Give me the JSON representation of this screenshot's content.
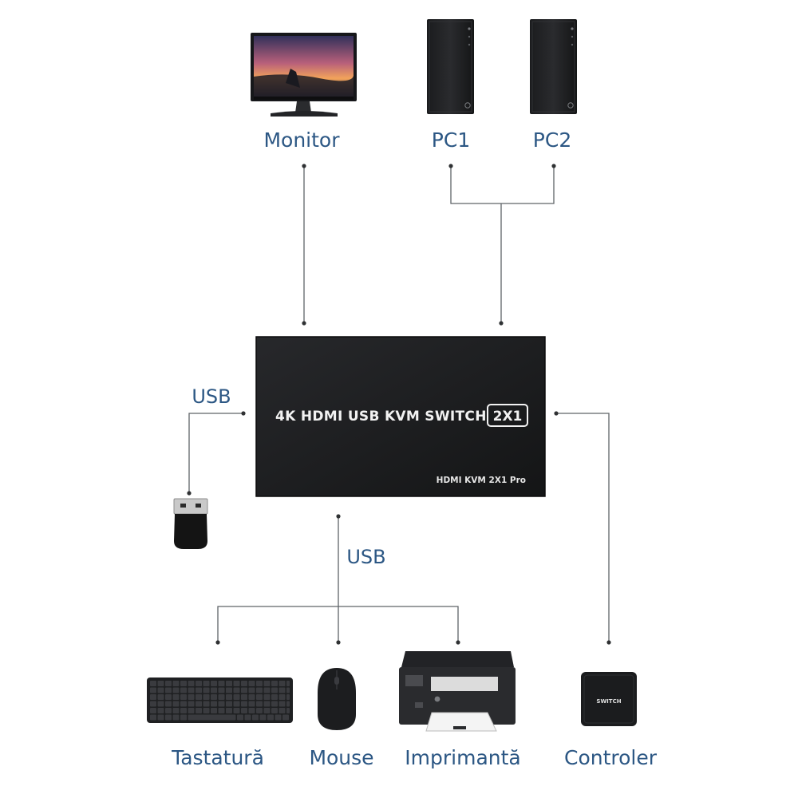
{
  "labels": {
    "monitor": "Monitor",
    "pc1": "PC1",
    "pc2": "PC2",
    "usb_left": "USB",
    "usb_center": "USB",
    "keyboard": "Tastatură",
    "mouse": "Mouse",
    "printer": "Imprimantă",
    "controller": "Controler"
  },
  "device": {
    "title": "4K HDMI USB KVM SWITCH",
    "badge": "2X1",
    "model": "HDMI KVM 2X1 Pro"
  },
  "controller_box": {
    "text": "SWITCH"
  },
  "colors": {
    "label": "#2c5784",
    "wire": "#5f6368",
    "device": "#1c1d1f"
  },
  "icons": {
    "monitor": "monitor-icon",
    "pc": "pc-tower-icon",
    "usb_dongle": "usb-dongle-icon",
    "keyboard": "keyboard-icon",
    "mouse": "mouse-icon",
    "printer": "printer-icon",
    "controller": "controller-icon"
  }
}
